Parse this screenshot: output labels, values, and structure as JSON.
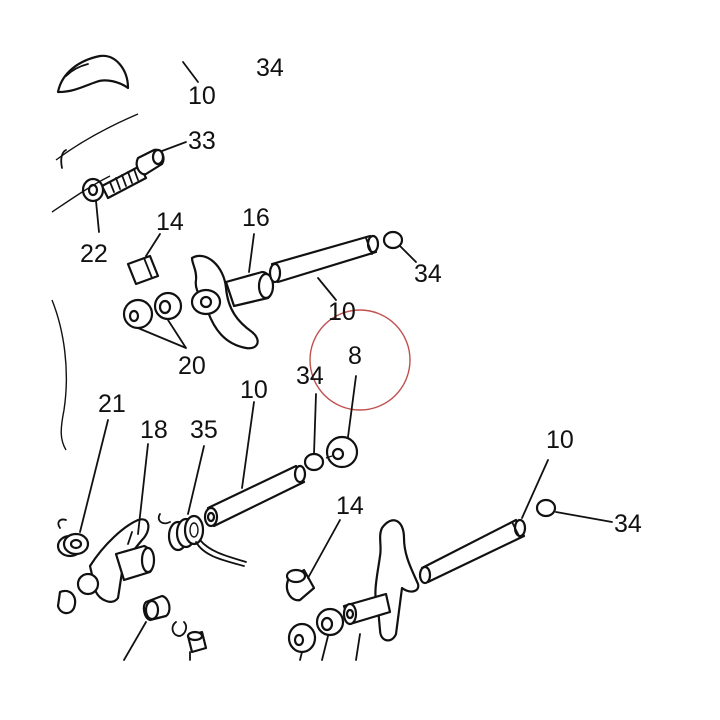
{
  "callouts": [
    {
      "id": "top-10",
      "text": "10"
    },
    {
      "id": "top-34",
      "text": "34"
    },
    {
      "id": "screw-33",
      "text": "33"
    },
    {
      "id": "washer-22",
      "text": "22"
    },
    {
      "id": "bushing-14-upper",
      "text": "14"
    },
    {
      "id": "lever-16",
      "text": "16"
    },
    {
      "id": "ring-34-upper",
      "text": "34"
    },
    {
      "id": "pin-10-upper",
      "text": "10"
    },
    {
      "id": "washers-20",
      "text": "20"
    },
    {
      "id": "washer-8",
      "text": "8"
    },
    {
      "id": "ring-34-middle",
      "text": "34"
    },
    {
      "id": "pin-10-middle",
      "text": "10"
    },
    {
      "id": "nut-21",
      "text": "21"
    },
    {
      "id": "lever-18",
      "text": "18"
    },
    {
      "id": "spring-35",
      "text": "35"
    },
    {
      "id": "bushing-14-lower",
      "text": "14"
    },
    {
      "id": "pin-10-lower",
      "text": "10"
    },
    {
      "id": "ring-34-lower",
      "text": "34"
    }
  ],
  "highlight": {
    "color": "#c0504d"
  }
}
